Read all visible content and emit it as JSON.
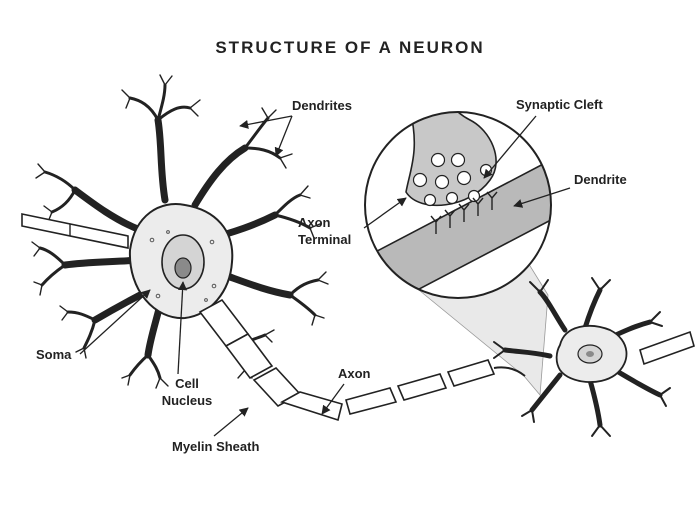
{
  "title": "STRUCTURE OF A NEURON",
  "labels": {
    "dendrites": "Dendrites",
    "synaptic_cleft": "Synaptic Cleft",
    "dendrite": "Dendrite",
    "axon_terminal_line1": "Axon",
    "axon_terminal_line2": "Terminal",
    "soma": "Soma",
    "cell_line1": "Cell",
    "cell_line2": "Nucleus",
    "axon": "Axon",
    "myelin_sheath": "Myelin Sheath"
  },
  "colors": {
    "ink": "#222222",
    "cell_fill": "#ececec",
    "nucleus_fill": "#d4d4d4",
    "nucleolus_fill": "#8a8a8a",
    "cleft_band": "#b9b9b9",
    "terminal_fill": "#c8c8c8",
    "zoom_cone": "#e9e9e9"
  }
}
